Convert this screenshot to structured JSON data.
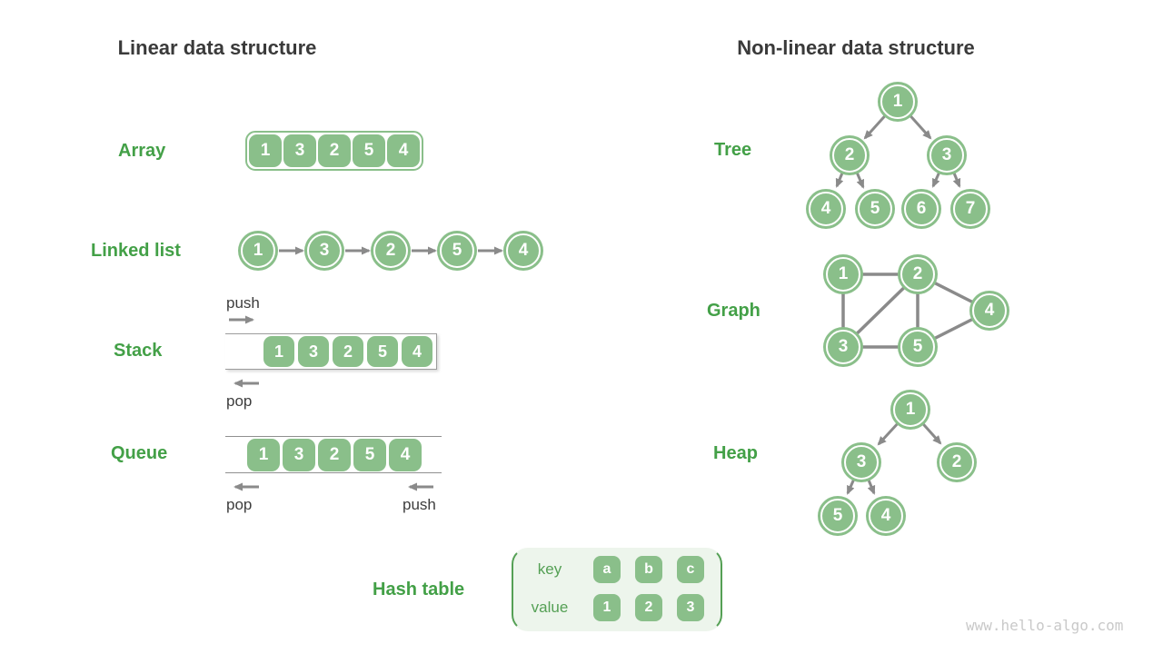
{
  "titles": {
    "linear": "Linear data structure",
    "nonlinear": "Non-linear data structure"
  },
  "watermark": "www.hello-algo.com",
  "colors": {
    "node_green": "#8abf8a",
    "label_green": "#43a047",
    "hash_text_green": "#55a055",
    "hash_bg": "#edf5ec",
    "title_dark": "#3a3a3a",
    "arrow_gray": "#8a8a8a",
    "watermark_gray": "#c9c9c9"
  },
  "array": {
    "label": "Array",
    "values": [
      "1",
      "3",
      "2",
      "5",
      "4"
    ]
  },
  "linked_list": {
    "label": "Linked list",
    "values": [
      "1",
      "3",
      "2",
      "5",
      "4"
    ]
  },
  "stack": {
    "label": "Stack",
    "values": [
      "1",
      "3",
      "2",
      "5",
      "4"
    ],
    "push": "push",
    "pop": "pop"
  },
  "queue": {
    "label": "Queue",
    "values": [
      "1",
      "3",
      "2",
      "5",
      "4"
    ],
    "push": "push",
    "pop": "pop"
  },
  "hash_table": {
    "label": "Hash table",
    "key_label": "key",
    "value_label": "value",
    "keys": [
      "a",
      "b",
      "c"
    ],
    "values": [
      "1",
      "2",
      "3"
    ]
  },
  "tree": {
    "label": "Tree",
    "nodes": [
      "1",
      "2",
      "3",
      "4",
      "5",
      "6",
      "7"
    ],
    "edges": [
      [
        "1",
        "2"
      ],
      [
        "1",
        "3"
      ],
      [
        "2",
        "4"
      ],
      [
        "2",
        "5"
      ],
      [
        "3",
        "6"
      ],
      [
        "3",
        "7"
      ]
    ]
  },
  "graph": {
    "label": "Graph",
    "nodes": [
      "1",
      "2",
      "3",
      "4",
      "5"
    ],
    "edges": [
      [
        "1",
        "2"
      ],
      [
        "1",
        "3"
      ],
      [
        "2",
        "3"
      ],
      [
        "2",
        "5"
      ],
      [
        "2",
        "4"
      ],
      [
        "3",
        "5"
      ],
      [
        "5",
        "4"
      ]
    ]
  },
  "heap": {
    "label": "Heap",
    "nodes": [
      "1",
      "3",
      "2",
      "5",
      "4"
    ],
    "edges": [
      [
        "1",
        "3"
      ],
      [
        "1",
        "2"
      ],
      [
        "3",
        "5"
      ],
      [
        "3",
        "4"
      ]
    ]
  }
}
